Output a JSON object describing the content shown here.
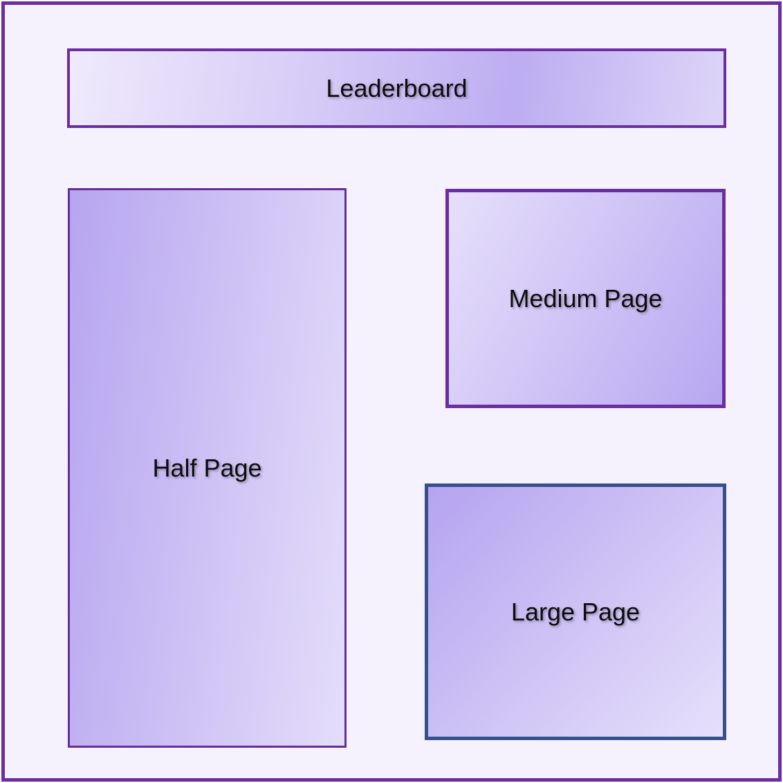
{
  "diagram": {
    "placements": {
      "leaderboard": {
        "label": "Leaderboard"
      },
      "half_page": {
        "label": "Half Page"
      },
      "medium_page": {
        "label": "Medium Page"
      },
      "large_page": {
        "label": "Large Page"
      }
    },
    "colors": {
      "frame_border": "#6b2da1",
      "purple_box_border": "#6b2da1",
      "half_page_border": "#662d98",
      "large_page_border": "#35508a",
      "canvas_background": "#f5f2fd",
      "gradient_light": "#e6e0fb",
      "gradient_dark": "#b5a3f0",
      "label_text": "#0d0d0d"
    }
  }
}
